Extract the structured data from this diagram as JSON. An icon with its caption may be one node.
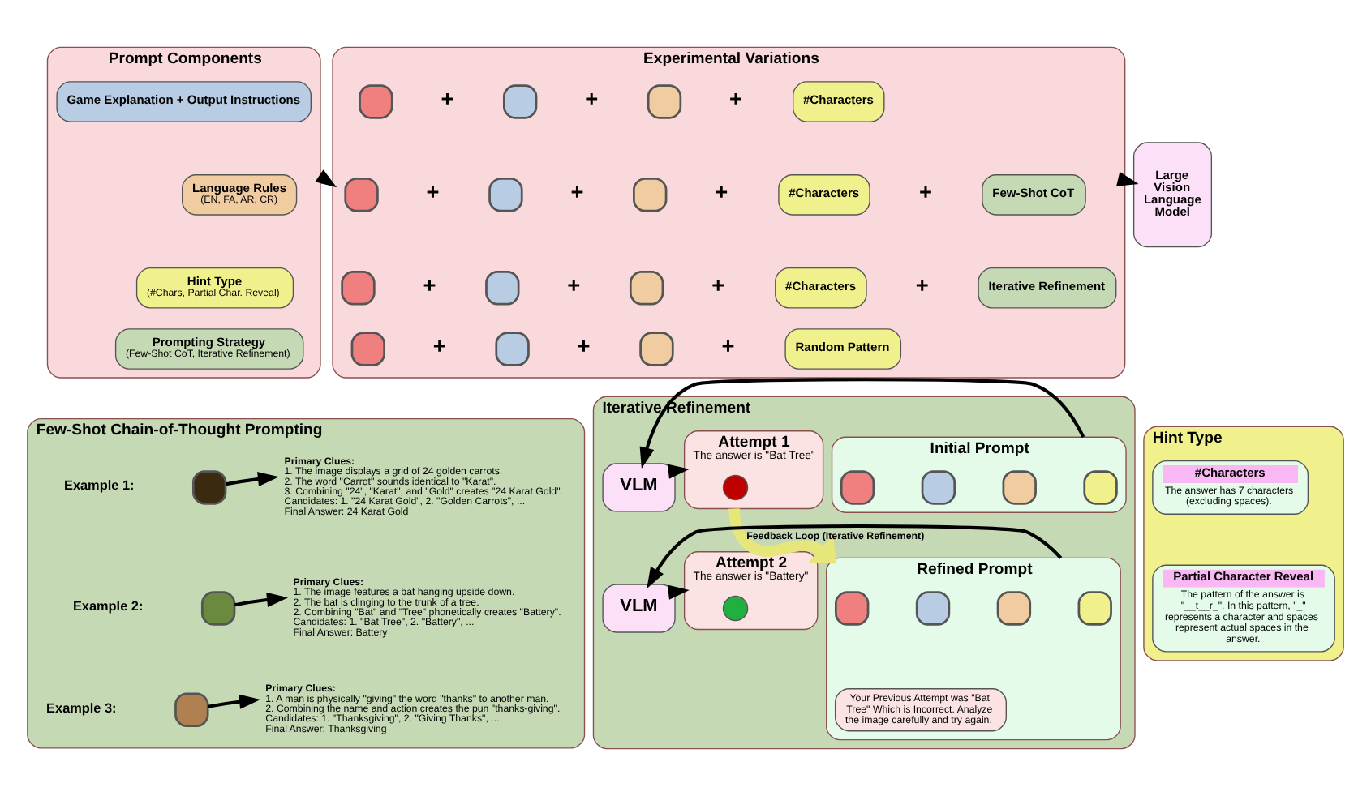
{
  "diagram": {
    "nodes": [
      {
        "text": [
          "Prompt Components"
        ]
      },
      {
        "text": [
          "Game Explanation + Output Instructions"
        ],
        "in": 0
      },
      {
        "text": [
          "Language Rules",
          "(EN, FA, AR, CR)"
        ],
        "in": 0
      },
      {
        "text": [
          "Hint Type",
          "(#Chars, Partial Char. Reveal)"
        ],
        "in": 0
      },
      {
        "text": [
          "Prompting Strategy",
          "(Few-Shot CoT, Iterative Refinement)"
        ],
        "in": 0
      },
      {
        "text": [
          "Experimental Variations"
        ]
      },
      {
        "text": [],
        "shape": "box",
        "in": 5
      },
      {
        "text": [],
        "shape": "box",
        "in": 5
      },
      {
        "text": [],
        "shape": "box",
        "in": 5
      },
      {
        "text": [
          "#Characters"
        ],
        "in": 5
      },
      {
        "text": [],
        "shape": "box",
        "in": 5
      },
      {
        "text": [],
        "shape": "box",
        "in": 5
      },
      {
        "text": [],
        "shape": "box",
        "in": 5
      },
      {
        "text": [
          "#Characters"
        ],
        "in": 5
      },
      {
        "text": [
          "Few-Shot CoT"
        ],
        "in": 5
      },
      {
        "text": [],
        "shape": "box",
        "in": 5
      },
      {
        "text": [],
        "shape": "box",
        "in": 5
      },
      {
        "text": [],
        "shape": "box",
        "in": 5
      },
      {
        "text": [
          "#Characters"
        ],
        "in": 5
      },
      {
        "text": [
          "Iterative Refinement"
        ],
        "in": 5
      },
      {
        "text": [],
        "shape": "box",
        "in": 5
      },
      {
        "text": [],
        "shape": "box",
        "in": 5
      },
      {
        "text": [],
        "shape": "box",
        "in": 5
      },
      {
        "text": [
          "Random Pattern"
        ],
        "in": 5
      },
      {
        "text": [
          "Large Vision Language Model"
        ]
      },
      {
        "text": [
          "Few-Shot Chain-of-Thought Prompting"
        ]
      },
      {
        "text": [],
        "shape": "box",
        "in": 25
      },
      {
        "text": [
          "Primary Clues:",
          "1. The image displays a grid of 24 golden carrots.",
          "2. The word \"Carrot\" sounds identical to \"Karat\".",
          "3. Combining \"24\", \"Karat\", and \"Gold\" creates \"24 Karat Gold\".",
          "Candidates: 1. \"24 Karat Gold\", 2. \"Golden Carrots\", ...",
          "Final Answer: 24 Karat Gold"
        ],
        "in": 25
      },
      {
        "text": [],
        "shape": "box",
        "in": 25
      },
      {
        "text": [
          "Primary Clues:",
          "1. The image features a bat hanging upside down.",
          "2. The bat is clinging to the trunk of a tree.",
          "2. Combining \"Bat\" and \"Tree\" phonetically creates \"Battery\".",
          "Candidates: 1. \"Bat Tree\", 2. \"Battery\", ...",
          "Final Answer: Battery"
        ],
        "in": 25
      },
      {
        "text": [],
        "shape": "box",
        "in": 25
      },
      {
        "text": [
          "Primary Clues:",
          "1. A man is physically \"giving\" the word \"thanks\" to another man.",
          "2. Combining the name and action creates the pun \"thanks-giving\".",
          "Candidates: 1. \"Thanksgiving\", 2. \"Giving Thanks\", ...",
          "Final Answer: Thanksgiving"
        ],
        "in": 25
      },
      {
        "text": [
          "Iterative Refinement"
        ]
      },
      {
        "text": [
          "Initial Prompt"
        ],
        "in": 32
      },
      {
        "text": [],
        "shape": "box",
        "in": 33
      },
      {
        "text": [],
        "shape": "box",
        "in": 33
      },
      {
        "text": [],
        "shape": "box",
        "in": 33
      },
      {
        "text": [],
        "shape": "box",
        "in": 33
      },
      {
        "text": [
          "VLM"
        ],
        "in": 32
      },
      {
        "text": [
          "Attempt 1",
          "The answer is \"Bat Tree\""
        ],
        "in": 32
      },
      {
        "text": [],
        "shape": "circle",
        "in": 39
      },
      {
        "text": [
          "Refined Prompt"
        ],
        "in": 32
      },
      {
        "text": [],
        "shape": "box",
        "in": 41
      },
      {
        "text": [],
        "shape": "box",
        "in": 41
      },
      {
        "text": [],
        "shape": "box",
        "in": 41
      },
      {
        "text": [],
        "shape": "box",
        "in": 41
      },
      {
        "text": [
          "Your Previous Attempt was \"Bat Tree\" Which is Incorrect. Analyze the image carefully and try again."
        ],
        "in": 41
      },
      {
        "text": [
          "VLM"
        ],
        "in": 32
      },
      {
        "text": [
          "Attempt 2",
          "The answer is \"Battery\""
        ],
        "in": 32
      },
      {
        "text": [],
        "shape": "circle",
        "in": 48
      },
      {
        "text": [
          "Hint Type"
        ]
      },
      {
        "text": [
          "#Characters",
          "The answer has 7 characters (excluding spaces)."
        ],
        "in": 50
      },
      {
        "text": [
          "Partial Character Reveal",
          "The pattern of the answer is \"__t__r_\". In this pattern, \"_\" represents a character and spaces represent actual spaces in the answer."
        ],
        "in": 50
      }
    ],
    "edges": [
      {
        "from": 0,
        "to": 5,
        "arrow": "to"
      },
      {
        "from": 5,
        "to": 24,
        "arrow": "to"
      },
      {
        "from": 26,
        "to": 27,
        "arrow": "to"
      },
      {
        "from": 28,
        "to": 29,
        "arrow": "to"
      },
      {
        "from": 30,
        "to": 31,
        "arrow": "to"
      },
      {
        "from": 33,
        "to": 38,
        "arrow": "to"
      },
      {
        "from": 38,
        "to": 39,
        "arrow": "to"
      },
      {
        "from": 39,
        "to": 41,
        "arrow": "to",
        "label": "Feedback Loop (Iterative Refinement)",
        "style": "thick",
        "color": "#e6e67a"
      },
      {
        "from": 41,
        "to": 47,
        "arrow": "to"
      },
      {
        "from": 47,
        "to": 48,
        "arrow": "to"
      }
    ],
    "labels": [
      "+",
      "+",
      "+",
      "+",
      "+",
      "+",
      "+",
      "+",
      "+",
      "+",
      "+",
      "+",
      "+",
      "+",
      "Example 1:",
      "Example 2:",
      "Example 3:"
    ]
  }
}
